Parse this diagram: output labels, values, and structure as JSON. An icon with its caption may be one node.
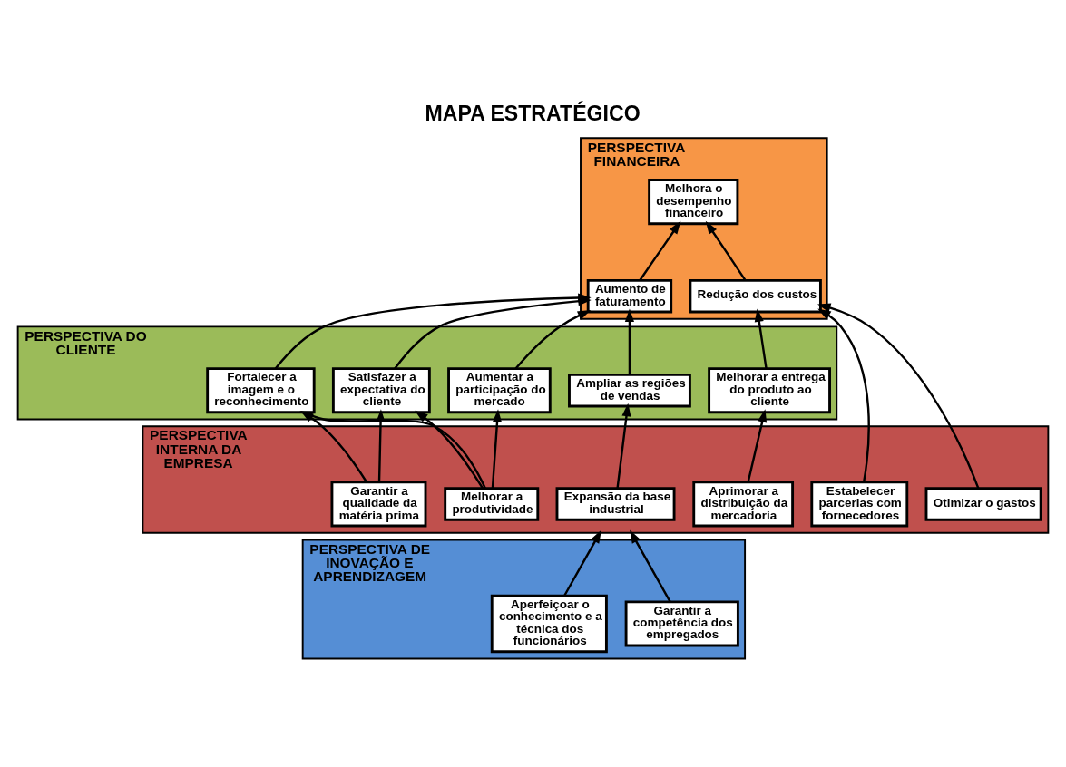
{
  "diagram": {
    "title": "MAPA ESTRATÉGICO",
    "nodes": [
      {
        "text": [
          "PERSPECTIVA FINANCEIRA"
        ]
      },
      {
        "text": [
          "Melhora o desempenho financeiro"
        ],
        "in": 0
      },
      {
        "text": [
          "Aumento de faturamento"
        ],
        "in": 0
      },
      {
        "text": [
          "Redução dos custos"
        ],
        "in": 0
      },
      {
        "text": [
          "PERSPECTIVA DO CLIENTE"
        ]
      },
      {
        "text": [
          "Ampliar as regiões de vendas"
        ],
        "in": 4
      },
      {
        "text": [
          "Satisfazer a expectativa do cliente"
        ],
        "in": 4
      },
      {
        "text": [
          "Fortalecer a imagem e o reconhecimento"
        ],
        "in": 4
      },
      {
        "text": [
          "Aumentar a participação do mercado"
        ],
        "in": 4
      },
      {
        "text": [
          "Melhorar a entrega do produto ao cliente"
        ],
        "in": 4
      },
      {
        "text": [
          "PERSPECTIVA INTERNA DA EMPRESA"
        ]
      },
      {
        "text": [
          "Expansão da base industrial"
        ],
        "in": 10
      },
      {
        "text": [
          "Garantir a qualidade da matéria prima"
        ],
        "in": 10
      },
      {
        "text": [
          "Melhorar a produtividade"
        ],
        "in": 10
      },
      {
        "text": [
          "Estabelecer parcerias com fornecedores"
        ],
        "in": 10
      },
      {
        "text": [
          "Aprimorar a distribuição da mercadoria"
        ],
        "in": 10
      },
      {
        "text": [
          "Otimizar o gastos"
        ],
        "in": 10
      },
      {
        "text": [
          "PERSPECTIVA DE INOVAÇÃO E APRENDIZAGEM"
        ]
      },
      {
        "text": [
          "Aperfeiçoar o conhecimento e a técnica dos funcionários"
        ],
        "in": 17
      },
      {
        "text": [
          "Garantir a competência dos empregados"
        ],
        "in": 17
      }
    ],
    "edges": [
      {
        "from": 2,
        "to": 1,
        "arrow": "to"
      },
      {
        "from": 3,
        "to": 1,
        "arrow": "to"
      },
      {
        "from": 5,
        "to": 2,
        "arrow": "to"
      },
      {
        "from": 6,
        "to": 2,
        "arrow": "to"
      },
      {
        "from": 7,
        "to": 2,
        "arrow": "to"
      },
      {
        "from": 8,
        "to": 2,
        "arrow": "to"
      },
      {
        "from": 14,
        "to": 3,
        "arrow": "to"
      },
      {
        "from": 9,
        "to": 3,
        "arrow": "to"
      },
      {
        "from": 16,
        "to": 3,
        "arrow": "to"
      },
      {
        "from": 11,
        "to": 5,
        "arrow": "to"
      },
      {
        "from": 12,
        "to": 6,
        "arrow": "to"
      },
      {
        "from": 12,
        "to": 7,
        "arrow": "to"
      },
      {
        "from": 13,
        "to": 6,
        "arrow": "to"
      },
      {
        "from": 13,
        "to": 7,
        "arrow": "to"
      },
      {
        "from": 13,
        "to": 8,
        "arrow": "to"
      },
      {
        "from": 15,
        "to": 9,
        "arrow": "to"
      },
      {
        "from": 18,
        "to": 10,
        "arrow": "to"
      },
      {
        "from": 19,
        "to": 10,
        "arrow": "to"
      }
    ]
  }
}
